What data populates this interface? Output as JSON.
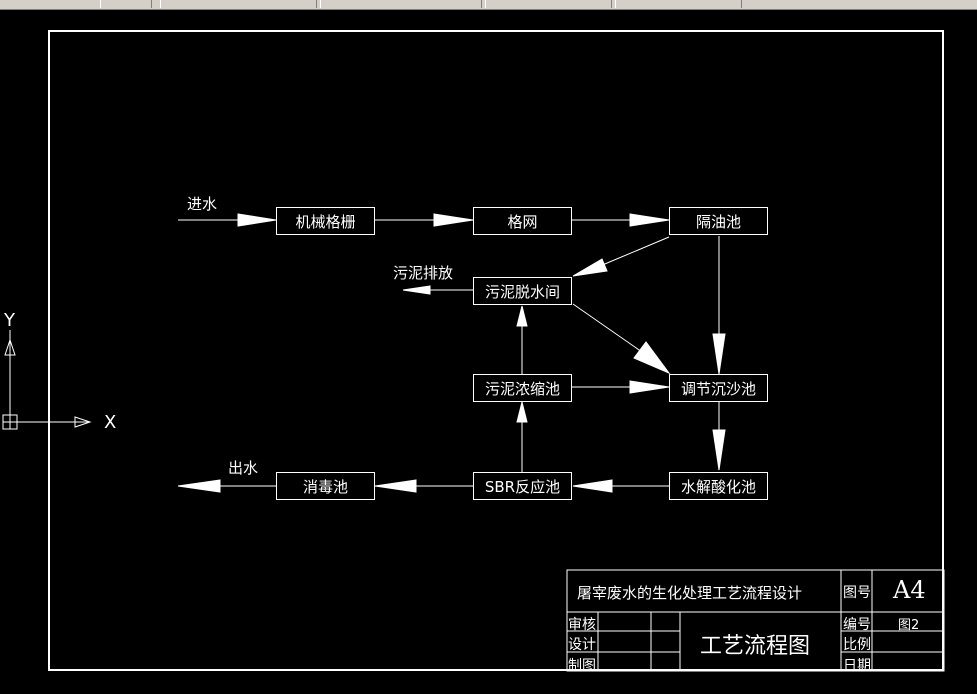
{
  "diagram": {
    "nodes": {
      "mech_grille": "机械格栅",
      "mesh": "格网",
      "oil_sep": "隔油池",
      "sludge_dewater": "污泥脱水间",
      "sludge_thicken": "污泥浓缩池",
      "adjust_settle": "调节沉沙池",
      "disinfect": "消毒池",
      "sbr": "SBR反应池",
      "hydrolysis": "水解酸化池"
    },
    "labels": {
      "inflow": "进水",
      "sludge_out": "污泥排放",
      "outflow": "出水"
    },
    "edges": [
      [
        "inflow",
        "mech_grille"
      ],
      [
        "mech_grille",
        "mesh"
      ],
      [
        "mesh",
        "oil_sep"
      ],
      [
        "oil_sep",
        "sludge_dewater"
      ],
      [
        "oil_sep",
        "adjust_settle"
      ],
      [
        "sludge_dewater",
        "sludge_out"
      ],
      [
        "sludge_dewater",
        "adjust_settle"
      ],
      [
        "sludge_thicken",
        "sludge_dewater"
      ],
      [
        "sludge_thicken",
        "adjust_settle"
      ],
      [
        "adjust_settle",
        "hydrolysis"
      ],
      [
        "hydrolysis",
        "sbr"
      ],
      [
        "sbr",
        "sludge_thicken"
      ],
      [
        "sbr",
        "disinfect"
      ],
      [
        "disinfect",
        "outflow"
      ]
    ]
  },
  "title_block": {
    "project": "屠宰废水的生化处理工艺流程设计",
    "drawing_no_label": "图号",
    "drawing_no": "A4",
    "serial_label": "编号",
    "serial": "图2",
    "scale_label": "比例",
    "date_label": "日期",
    "review_label": "审核",
    "design_label": "设计",
    "draft_label": "制图",
    "drawing_name": "工艺流程图"
  },
  "ucs": {
    "x_label": "X",
    "y_label": "Y"
  }
}
